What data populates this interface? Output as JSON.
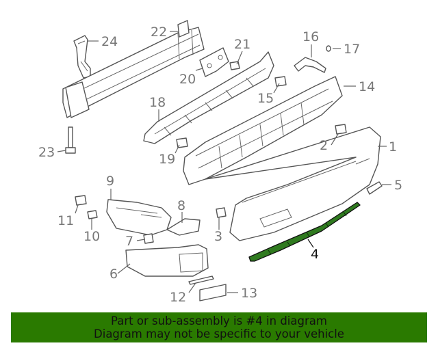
{
  "diagram": {
    "callouts": [
      "1",
      "2",
      "3",
      "4",
      "5",
      "6",
      "7",
      "8",
      "9",
      "10",
      "11",
      "12",
      "13",
      "14",
      "15",
      "16",
      "17",
      "18",
      "19",
      "20",
      "21",
      "22",
      "23",
      "24"
    ],
    "highlighted_part": "4"
  },
  "banner": {
    "line1": "Part or sub-assembly is #4 in diagram",
    "line2": "Diagram may not be specific to your vehicle",
    "color": "#2a7a00"
  },
  "colors": {
    "highlight": "#2f7a1f",
    "line": "#555555",
    "callout_text": "#777777"
  }
}
